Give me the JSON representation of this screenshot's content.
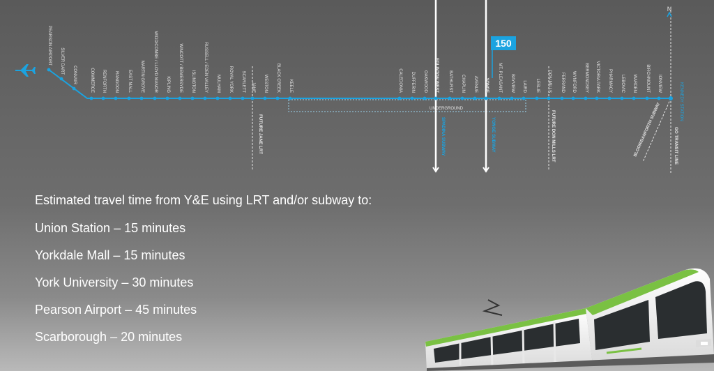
{
  "map": {
    "stations": [
      "PEARSON AIRPORT",
      "SILVER DART",
      "CONVAIR",
      "COMMERCE",
      "RENFORTH",
      "RANGOON",
      "EAST MALL",
      "MARTIN GROVE",
      "WIDDICOMBE / LLOYD MANOR",
      "KIPLING",
      "WINCOTT / BEMERSYDE",
      "ISLINGTON",
      "RUSSELL / EDEN VALLEY",
      "MULHAM",
      "ROYAL YORK",
      "SCARLETT",
      "JANE",
      "WESTON",
      "BLACK CREEK",
      "KEELE",
      "CALEDONIA",
      "DUFFERIN",
      "OAKWOOD",
      "EGLINTON WEST",
      "BATHURST",
      "CHAPLIN",
      "AVENUE",
      "YONGE",
      "MT. PLEASANT",
      "BAYVIEW",
      "LAIRD",
      "LESLIE",
      "DON MILLS",
      "FERRAND",
      "WYNFORD",
      "BERMONDSEY",
      "VICTORIA PARK",
      "PHARMACY",
      "LEBOVIC",
      "WARDEN",
      "BIRCHMOUNT",
      "IONVIEW"
    ],
    "terminal_label": "KENNEDY STATION",
    "underground_label": "UNDERGROUND",
    "highlight_badge": "150",
    "north_label": "N",
    "crossing_lines": {
      "jane": "FUTURE JANE LRT",
      "eglinton_west_subway": "SPADINA SUBWAY",
      "yonge_subway": "YONGE SUBWAY",
      "don_mills": "FUTURE DON MILLS LRT",
      "bloor_danforth": "BLOOR/DANFORTH SUBWAY",
      "go_transit": "GO TRANSIT LINE"
    },
    "colors": {
      "line": "#1ba3e0",
      "text": "#e4e4e4",
      "badge_bg": "#1ba3e0"
    }
  },
  "travel": {
    "heading": "Estimated travel time from Y&E using LRT and/or subway to:",
    "items": [
      "Union Station – 15 minutes",
      "Yorkdale Mall – 15 minutes",
      "York University – 30 minutes",
      "Pearson Airport – 45 minutes",
      "Scarborough – 20 minutes"
    ]
  },
  "vehicle": {
    "brand_colors": {
      "body": "#f3f3f3",
      "accent": "#7ac143",
      "window": "#2a2e30"
    }
  }
}
